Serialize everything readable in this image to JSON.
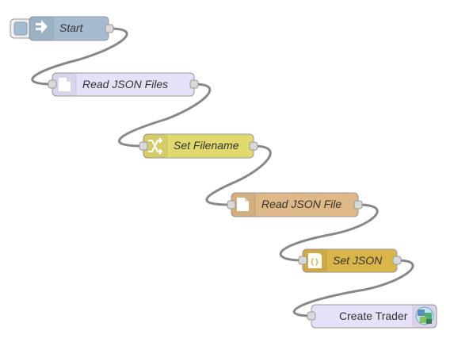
{
  "flow": {
    "nodes": [
      {
        "id": "start",
        "label": "Start",
        "color": "#a6bbcf",
        "icon": "inject-arrow-icon"
      },
      {
        "id": "read-json-files",
        "label": "Read JSON Files",
        "color": "#e2d96e",
        "icon": "file-icon"
      },
      {
        "id": "set-filename",
        "label": "Set Filename",
        "color": "#e2d96e",
        "icon": "shuffle-icon"
      },
      {
        "id": "read-json-file",
        "label": "Read JSON File",
        "color": "#deb887",
        "icon": "file-icon"
      },
      {
        "id": "set-json",
        "label": "Set JSON",
        "color": "#dab54a",
        "icon": "json-braces-icon"
      },
      {
        "id": "create-trader",
        "label": "Create Trader",
        "color": "#e6e0f8",
        "icon": "trader-icon"
      }
    ]
  }
}
